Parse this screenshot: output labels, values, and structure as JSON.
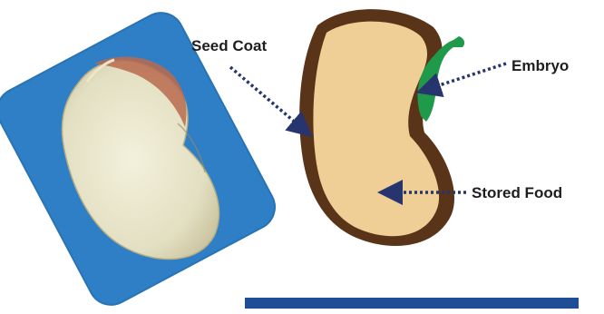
{
  "labels": {
    "seed_coat": "Seed Coat",
    "embryo": "Embryo",
    "stored_food": "Stored Food"
  },
  "colors": {
    "photo_background": "#2f7fc6",
    "seed_coat": "#5a3418",
    "stored_food": "#efcf95",
    "embryo": "#1f9a4a",
    "arrow": "#27356e",
    "bottom_bar": "#1f4e96"
  }
}
